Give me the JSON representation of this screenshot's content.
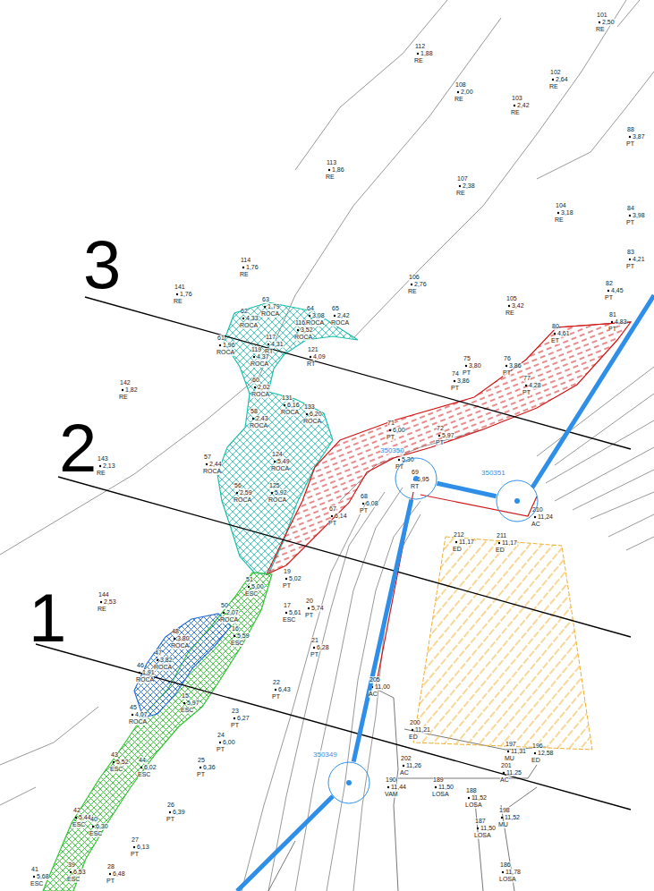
{
  "diagram": {
    "nodes": [
      {
        "text": [
          "350350"
        ]
      },
      {
        "text": [
          "350351"
        ]
      },
      {
        "text": [
          "350349"
        ]
      }
    ],
    "edges": [
      {
        "from": 2,
        "to": 0,
        "arrow": "none"
      },
      {
        "from": 0,
        "to": 1,
        "arrow": "none"
      }
    ],
    "labels": [
      "101",
      "2,50",
      "RE",
      "112",
      "1,88",
      "RE",
      "108",
      "2,00",
      "RE",
      "102",
      "2,64",
      "RE",
      "103",
      "2,42",
      "RE",
      "88",
      "3,87",
      "PT",
      "113",
      "1,86",
      "RE",
      "107",
      "2,38",
      "RE",
      "104",
      "3,18",
      "RE",
      "84",
      "3,98",
      "PT",
      "83",
      "4,21",
      "PT",
      "114",
      "1,76",
      "RE",
      "106",
      "2,76",
      "RE",
      "82",
      "4,45",
      "PT",
      "141",
      "1,76",
      "RE",
      "105",
      "3,42",
      "RE",
      "81",
      "4,83",
      "PT",
      "63",
      "1,79",
      "ROCA",
      "62",
      "4,33",
      "ROCA",
      "64",
      "3,08",
      "ROCA",
      "65",
      "2,42",
      "ROCA",
      "116",
      "3,52",
      "ROCA",
      "61",
      "1,96",
      "ROCA",
      "117",
      "4,31",
      "RT",
      "119",
      "4,37",
      "ROCA",
      "121",
      "4,09",
      "RT",
      "80",
      "4,61",
      "ET",
      "75",
      "3,80",
      "PT",
      "76",
      "3,86",
      "PT",
      "74",
      "3,86",
      "PT",
      "77",
      "4,28",
      "PT",
      "142",
      "1,82",
      "RE",
      "60",
      "2,02",
      "ROCA",
      "131",
      "6,16",
      "ROCA",
      "133",
      "6,20",
      "ROCA",
      "58",
      "2,43",
      "ROCA",
      "71",
      "6,00",
      "PT",
      "72",
      "5,97",
      "PT",
      "70",
      "5,30",
      "PT",
      "143",
      "2,13",
      "RE",
      "57",
      "2,44",
      "ROCA",
      "124",
      "5,49",
      "ROCA",
      "69",
      "6,95",
      "RT",
      "56",
      "2,59",
      "ROCA",
      "125",
      "5,92",
      "ROCA",
      "68",
      "6,08",
      "PT",
      "67",
      "6,14",
      "PT",
      "210",
      "11,24",
      "AC",
      "212",
      "11,17",
      "ED",
      "211",
      "11,17",
      "ED",
      "51",
      "5,00",
      "ESC",
      "19",
      "5,02",
      "PT",
      "144",
      "2,53",
      "RE",
      "50",
      "2,07",
      "ROCA",
      "17",
      "5,61",
      "ESC",
      "20",
      "5,74",
      "PT",
      "48",
      "3,80",
      "ROCA",
      "16",
      "5,59",
      "ESC",
      "47",
      "3,82",
      "ROCA",
      "21",
      "6,28",
      "PT",
      "46",
      "1,91",
      "ROCA",
      "22",
      "6,43",
      "PT",
      "205",
      "11,00",
      "AC",
      "45",
      "4,07",
      "ROCA",
      "15",
      "5,97",
      "ESC",
      "23",
      "6,27",
      "PT",
      "24",
      "6,00",
      "PT",
      "200",
      "11,21",
      "ED",
      "43",
      "5,52",
      "ESC",
      "44",
      "6,02",
      "ESC",
      "25",
      "6,36",
      "PT",
      "202",
      "11,26",
      "AC",
      "197",
      "11,31",
      "MU",
      "196",
      "12,58",
      "ED",
      "201",
      "11,25",
      "AC",
      "190",
      "11,44",
      "VAM",
      "189",
      "11,50",
      "LOSA",
      "188",
      "11,52",
      "LOSA",
      "26",
      "6,39",
      "PT",
      "42",
      "5,44",
      "ESC",
      "198",
      "11,52",
      "MU",
      "40",
      "6,30",
      "ESC",
      "187",
      "11,50",
      "LOSA",
      "27",
      "6,13",
      "PT",
      "39",
      "6,53",
      "ESC",
      "28",
      "6,48",
      "PT",
      "186",
      "11,78",
      "LOSA",
      "41",
      "5,68",
      "ESC",
      "3",
      "2",
      "1"
    ]
  }
}
